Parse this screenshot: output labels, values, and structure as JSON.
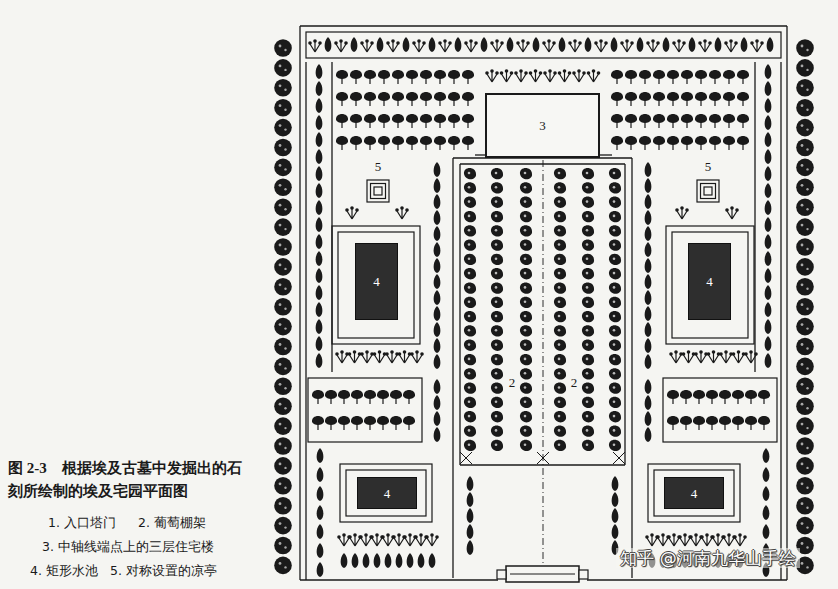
{
  "diagram": {
    "caption": "图 2-3　根据埃及古墓中发掘出的石刻所绘制的埃及宅园平面图",
    "nodes": [
      {
        "text": [
          "3"
        ]
      },
      {
        "text": [
          "4"
        ]
      },
      {
        "text": [
          "4"
        ]
      },
      {
        "text": [
          "4"
        ]
      },
      {
        "text": [
          "4"
        ]
      }
    ],
    "labels": [
      "5",
      "5",
      "2",
      "2",
      "1. 入口塔门",
      "2. 葡萄棚架",
      "3. 中轴线端点上的三层住宅楼",
      "4. 矩形水池",
      "5. 对称设置的凉亭",
      "知乎 @河南九华山手绘"
    ]
  }
}
